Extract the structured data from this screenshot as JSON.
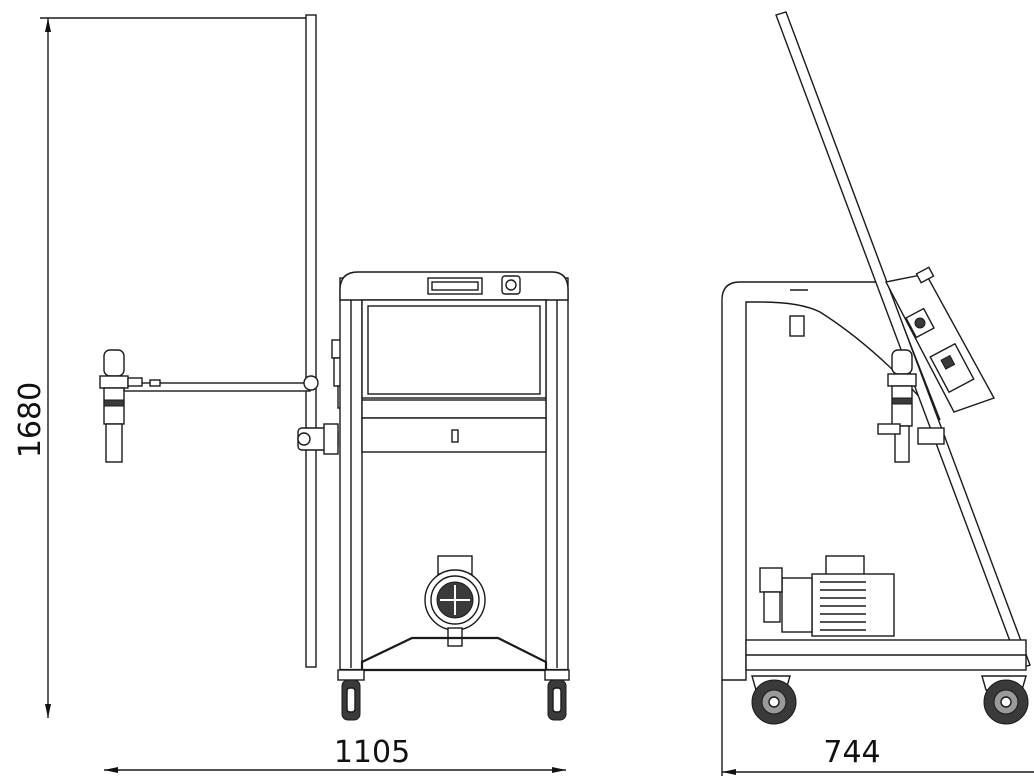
{
  "dimensions": {
    "height": "1680",
    "front_width": "1105",
    "side_depth": "744"
  }
}
